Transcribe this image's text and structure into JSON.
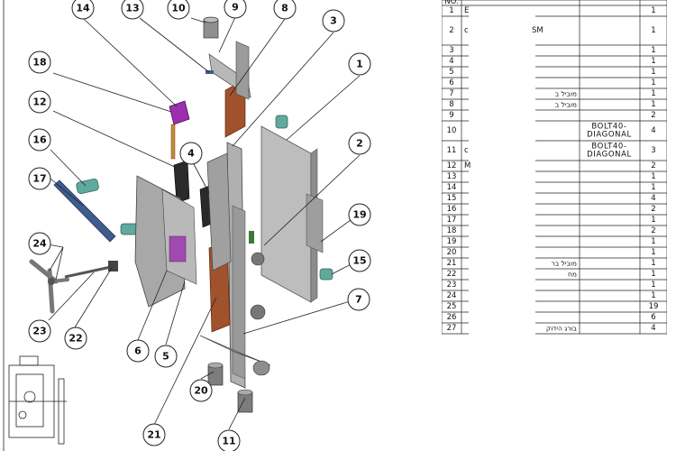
{
  "callouts": [
    "1",
    "2",
    "3",
    "4",
    "5",
    "6",
    "7",
    "8",
    "9",
    "10",
    "11",
    "12",
    "13",
    "14",
    "15",
    "16",
    "17",
    "18",
    "19",
    "20",
    "21",
    "22",
    "23",
    "24"
  ],
  "bom": {
    "header": "NO.",
    "rows": [
      {
        "no": "1",
        "desc_left": "E",
        "desc": "",
        "cat": "",
        "qty": "1"
      },
      {
        "no": "2",
        "desc_left": "c",
        "desc": "SM",
        "cat": "",
        "qty": "1"
      },
      {
        "no": "3",
        "desc_left": "",
        "desc": "",
        "cat": "",
        "qty": "1"
      },
      {
        "no": "4",
        "desc_left": "",
        "desc": "",
        "cat": "",
        "qty": "1"
      },
      {
        "no": "5",
        "desc_left": "",
        "desc": "",
        "cat": "",
        "qty": "1"
      },
      {
        "no": "6",
        "desc_left": "",
        "desc": "",
        "cat": "",
        "qty": "1"
      },
      {
        "no": "7",
        "desc_left": "",
        "desc": "מוביל ב",
        "cat": "",
        "qty": "1"
      },
      {
        "no": "8",
        "desc_left": "",
        "desc": "מוביל ב",
        "cat": "",
        "qty": "1"
      },
      {
        "no": "9",
        "desc_left": "",
        "desc": "",
        "cat": "",
        "qty": "2"
      },
      {
        "no": "10",
        "desc_left": "",
        "desc": "",
        "cat": "BOLT40-\nDIAGONAL",
        "qty": "4"
      },
      {
        "no": "11",
        "desc_left": "c",
        "desc": "",
        "cat": "BOLT40-\nDIAGONAL",
        "qty": "3"
      },
      {
        "no": "12",
        "desc_left": "M",
        "desc": "",
        "cat": "",
        "qty": "2"
      },
      {
        "no": "13",
        "desc_left": "",
        "desc": "",
        "cat": "",
        "qty": "1"
      },
      {
        "no": "14",
        "desc_left": "",
        "desc": "",
        "cat": "",
        "qty": "1"
      },
      {
        "no": "15",
        "desc_left": "",
        "desc": "",
        "cat": "",
        "qty": "4"
      },
      {
        "no": "16",
        "desc_left": "",
        "desc": "",
        "cat": "",
        "qty": "2"
      },
      {
        "no": "17",
        "desc_left": "",
        "desc": "",
        "cat": "",
        "qty": "1"
      },
      {
        "no": "18",
        "desc_left": "",
        "desc": "",
        "cat": "",
        "qty": "2"
      },
      {
        "no": "19",
        "desc_left": "",
        "desc": "",
        "cat": "",
        "qty": "1"
      },
      {
        "no": "20",
        "desc_left": "",
        "desc": "",
        "cat": "",
        "qty": "1"
      },
      {
        "no": "21",
        "desc_left": "",
        "desc": "מוביל בר",
        "cat": "",
        "qty": "1"
      },
      {
        "no": "22",
        "desc_left": "",
        "desc": "מח",
        "cat": "",
        "qty": "1"
      },
      {
        "no": "23",
        "desc_left": "",
        "desc": "",
        "cat": "",
        "qty": "1"
      },
      {
        "no": "24",
        "desc_left": "",
        "desc": "",
        "cat": "",
        "qty": "1"
      },
      {
        "no": "25",
        "desc_left": "",
        "desc": "",
        "cat": "",
        "qty": "19"
      },
      {
        "no": "26",
        "desc_left": "",
        "desc": "",
        "cat": "",
        "qty": "6"
      },
      {
        "no": "27",
        "desc_left": "",
        "desc": "בורג הידוק",
        "cat": "",
        "qty": "4"
      }
    ]
  },
  "colors": {
    "steel": "#a9a9a9",
    "steel_dark": "#7d7d7d",
    "copper": "#a0522d",
    "purple": "#9b2fae",
    "teal": "#5fa99d",
    "blue_bar": "#3e5c8f"
  }
}
